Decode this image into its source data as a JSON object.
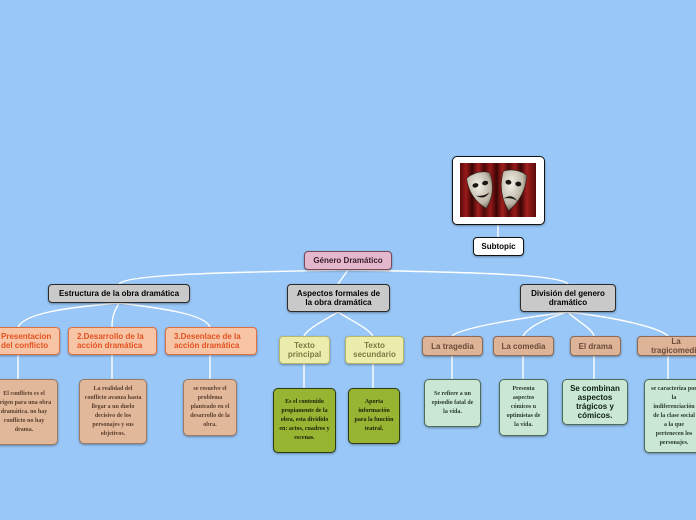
{
  "root": {
    "label": "Género Dramático"
  },
  "subtopic": {
    "label": "Subtopic"
  },
  "image": {
    "icon": "theater-masks-icon"
  },
  "branches": {
    "estructura": {
      "label": "Estructura de la obra dramática",
      "children": [
        {
          "label": "Presentacion del conflicto",
          "note": "El conflicto es el origen para una obra dramática. no hay conflicto no hay drama."
        },
        {
          "label": "2.Desarrollo de la acción dramática",
          "note": "La realidad del conflicto avanza hasta llegar a un duelo decisivo de los personajes y sus objetivos."
        },
        {
          "label": "3.Desenlace de la acción dramática",
          "note": "se resuelve el problema planteado en el desarrollo de la obra."
        }
      ]
    },
    "aspectos": {
      "label": "Aspectos formales de la obra dramática",
      "children": [
        {
          "label": "Texto principal",
          "note": "Es el contenido propiamente de la obra, esta dividido en: actos, cuadros y escenas."
        },
        {
          "label": "Texto secundario",
          "note": "Aporta información para la función teatral."
        }
      ]
    },
    "division": {
      "label": "División del genero dramático",
      "children": [
        {
          "label": "La tragedia",
          "note": "Se refiere a un episodio fatal de la vida."
        },
        {
          "label": "La comedia",
          "note": "Presenta aspectos cómicos u optimistas de la vida."
        },
        {
          "label": "El drama",
          "note": "Se combinan aspectos trágicos y cómicos."
        },
        {
          "label": "La tragicomedia",
          "note": "se caracteriza por la indiferenciación de la clase social a la que pertenecen los personajes."
        }
      ]
    }
  }
}
